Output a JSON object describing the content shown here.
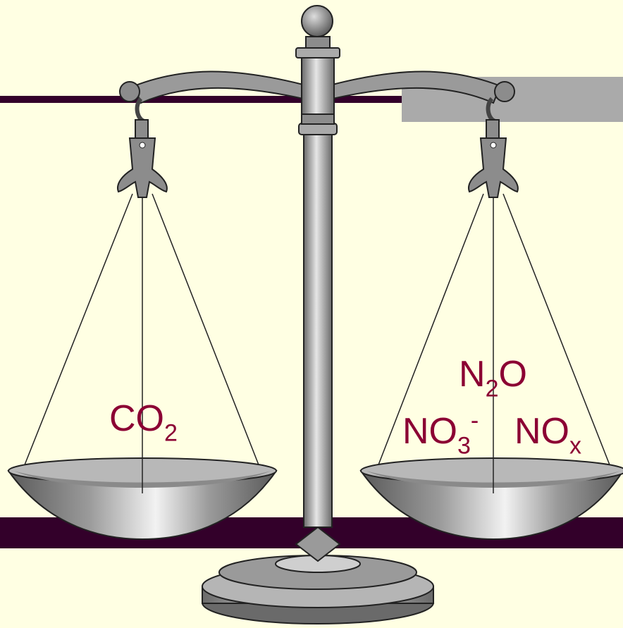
{
  "left_pan": {
    "main": "CO",
    "sub": "2"
  },
  "right_pan": {
    "n2o": {
      "a": "N",
      "sub": "2",
      "b": "O"
    },
    "nitrate": {
      "main": "NO",
      "sub": "3",
      "sup": "-"
    },
    "nox": {
      "main": "NO",
      "sub": "x"
    }
  },
  "colors": {
    "background": "#ffffe3",
    "label": "#8b0033",
    "band": "#33002a",
    "gray_block": "#aaaaaa",
    "metal": "#8c8c8c"
  },
  "icons": [
    "balance-scale-icon"
  ]
}
